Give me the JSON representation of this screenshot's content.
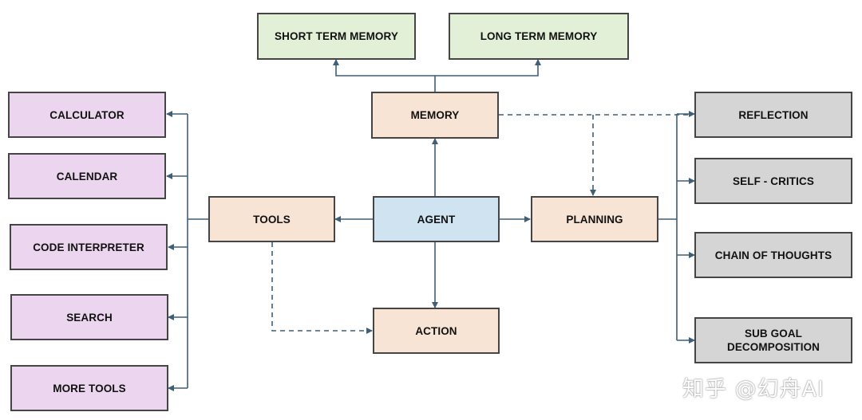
{
  "nodes": {
    "short_term_memory": "SHORT TERM MEMORY",
    "long_term_memory": "LONG TERM MEMORY",
    "memory": "MEMORY",
    "agent": "AGENT",
    "tools": "TOOLS",
    "planning": "PLANNING",
    "action": "ACTION",
    "calculator": "CALCULATOR",
    "calendar": "CALENDAR",
    "code_interpreter": "CODE INTERPRETER",
    "search": "SEARCH",
    "more_tools": "MORE TOOLS",
    "reflection": "REFLECTION",
    "self_critics": "SELF - CRITICS",
    "chain_of_thoughts": "CHAIN OF THOUGHTS",
    "sub_goal": "SUB GOAL\nDECOMPOSITION"
  },
  "watermark": "知乎 @幻舟AI",
  "colors": {
    "memory_types": "#e3f0d8",
    "core": "#f8e4d5",
    "agent": "#cfe3f1",
    "tools": "#ecd5ee",
    "planning_methods": "#d5d5d5",
    "connector": "#3f5f77"
  }
}
